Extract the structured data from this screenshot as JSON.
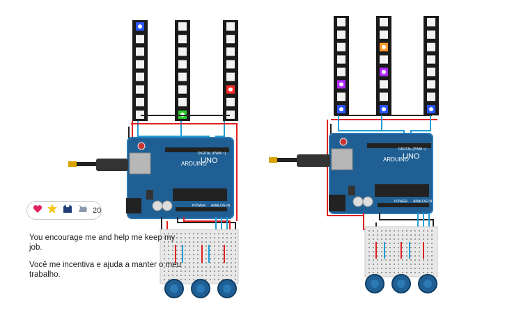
{
  "colors": {
    "board": "#1f5f94",
    "board_edge": "#2b79b5",
    "strip": "#1a1a1a",
    "wire_black": "#222222",
    "wire_red": "#e02020",
    "wire_blue": "#1e9fd6",
    "knob": "#1f5f94",
    "breadboard": "#e8e8e8"
  },
  "boards": [
    {
      "logo": "ARDUINO",
      "model": "UNO",
      "digital_label": "DIGITAL (PWM ~)",
      "power_label": "POWER",
      "analog_label": "ANALOG IN"
    },
    {
      "logo": "ARDUINO",
      "model": "UNO",
      "digital_label": "DIGITAL (PWM ~)",
      "power_label": "POWER",
      "analog_label": "ANALOG IN"
    }
  ],
  "strips_left": [
    {
      "leds": [
        "blue",
        "off",
        "off",
        "off",
        "off",
        "off",
        "off",
        "off"
      ]
    },
    {
      "leds": [
        "off",
        "off",
        "off",
        "off",
        "off",
        "off",
        "off",
        "green"
      ]
    },
    {
      "leds": [
        "off",
        "off",
        "off",
        "off",
        "off",
        "red",
        "off",
        "off"
      ]
    }
  ],
  "strips_right": [
    {
      "leds": [
        "off",
        "off",
        "off",
        "off",
        "off",
        "purple",
        "off",
        "blue"
      ]
    },
    {
      "leds": [
        "off",
        "off",
        "orange",
        "off",
        "purple",
        "off",
        "off",
        "blue"
      ]
    },
    {
      "leds": [
        "off",
        "off",
        "off",
        "off",
        "off",
        "off",
        "off",
        "blue"
      ]
    }
  ],
  "led_colors": {
    "off": "#f2f2f2",
    "blue": "#2b55ff",
    "green": "#2bd12b",
    "red": "#ff2b2b",
    "purple": "#b12bff",
    "orange": "#ff9a2b"
  },
  "reactions": {
    "icons": [
      "heart-icon",
      "star-icon",
      "cat-icon",
      "unicorn-icon"
    ],
    "count": "20"
  },
  "message": {
    "english": "You encourage me and help me keep my job.",
    "portuguese": "Você me incentiva e ajuda a manter o meu trabalho."
  }
}
